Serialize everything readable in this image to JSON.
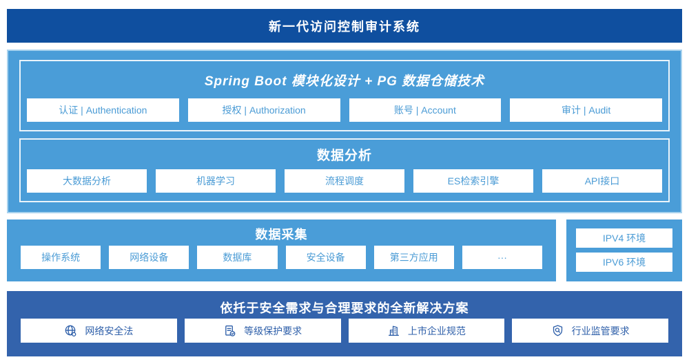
{
  "colors": {
    "banner_dark": "#0F4F9F",
    "bottom_dark": "#3363AC",
    "panel_blue": "#4A9DD8",
    "panel_border": "#A8D2EE",
    "inner_border": "#EAF4FB",
    "chip_text": "#4A9BD5",
    "solution_text": "#2E5FA9",
    "background": "#FFFFFF"
  },
  "header": {
    "title": "新一代访问控制审计系统"
  },
  "platform": {
    "sections": [
      {
        "title": "Spring Boot 模块化设计 + PG 数据仓储技术",
        "items": [
          "认证 | Authentication",
          "授权 | Authorization",
          "账号 | Account",
          "审计 | Audit"
        ]
      },
      {
        "title": "数据分析",
        "items": [
          "大数据分析",
          "机器学习",
          "流程调度",
          "ES检索引擎",
          "API接口"
        ]
      }
    ]
  },
  "collection": {
    "title": "数据采集",
    "items": [
      "操作系统",
      "网络设备",
      "数据库",
      "安全设备",
      "第三方应用",
      "···"
    ],
    "environments": [
      "IPV4 环境",
      "IPV6 环境"
    ]
  },
  "solution": {
    "title": "依托于安全需求与合理要求的全新解决方案",
    "items": [
      {
        "icon": "globe-icon",
        "label": "网络安全法"
      },
      {
        "icon": "document-check-icon",
        "label": "等级保护要求"
      },
      {
        "icon": "building-icon",
        "label": "上市企业规范"
      },
      {
        "icon": "shield-search-icon",
        "label": "行业监管要求"
      }
    ]
  }
}
